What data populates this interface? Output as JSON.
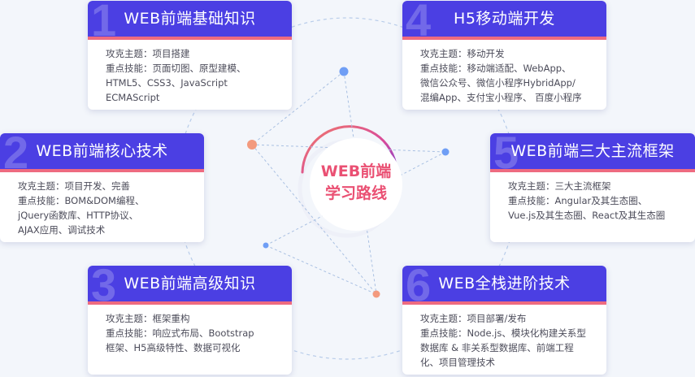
{
  "center": {
    "line1": "WEB前端",
    "line2": "学习路线"
  },
  "colors": {
    "header": "#4b3fe3",
    "accent": "#ee6b80",
    "center_text": "#ea5073",
    "node_blue": "#6f9ef5",
    "node_orange": "#f39a7e"
  },
  "cards": [
    {
      "number": "1",
      "title": "WEB前端基础知识",
      "lines": [
        "攻克主题：项目搭建",
        "重点技能：页面切图、原型建模、",
        "HTML5、CSS3、JavaScript",
        "ECMAScript"
      ]
    },
    {
      "number": "2",
      "title": "WEB前端核心技术",
      "lines": [
        "攻克主题：项目开发、完善",
        "重点技能：BOM&DOM编程、",
        "jQuery函数库、HTTP协议、",
        "AJAX应用、调试技术"
      ]
    },
    {
      "number": "3",
      "title": "WEB前端高级知识",
      "lines": [
        "攻克主题：框架重构",
        "重点技能：响应式布局、Bootstrap",
        "框架、H5高级特性、数据可视化"
      ]
    },
    {
      "number": "4",
      "title": "H5移动端开发",
      "lines": [
        "攻克主题：移动开发",
        "重点技能：移动端适配、WebApp、",
        "微信公众号、微信小程序HybridApp/",
        "混编App、支付宝小程序、 百度小程序"
      ]
    },
    {
      "number": "5",
      "title": "WEB前端三大主流框架",
      "lines": [
        "攻克主题：三大主流框架",
        "重点技能：Angular及其生态圈、",
        "Vue.js及其生态圈、React及其生态圈"
      ]
    },
    {
      "number": "6",
      "title": "WEB全栈进阶技术",
      "lines": [
        "攻克主题：项目部署/发布",
        "重点技能：Node.js、模块化构建关系型",
        "数据库 & 非关系型数据库、前端工程",
        "化、项目管理技术"
      ]
    }
  ]
}
